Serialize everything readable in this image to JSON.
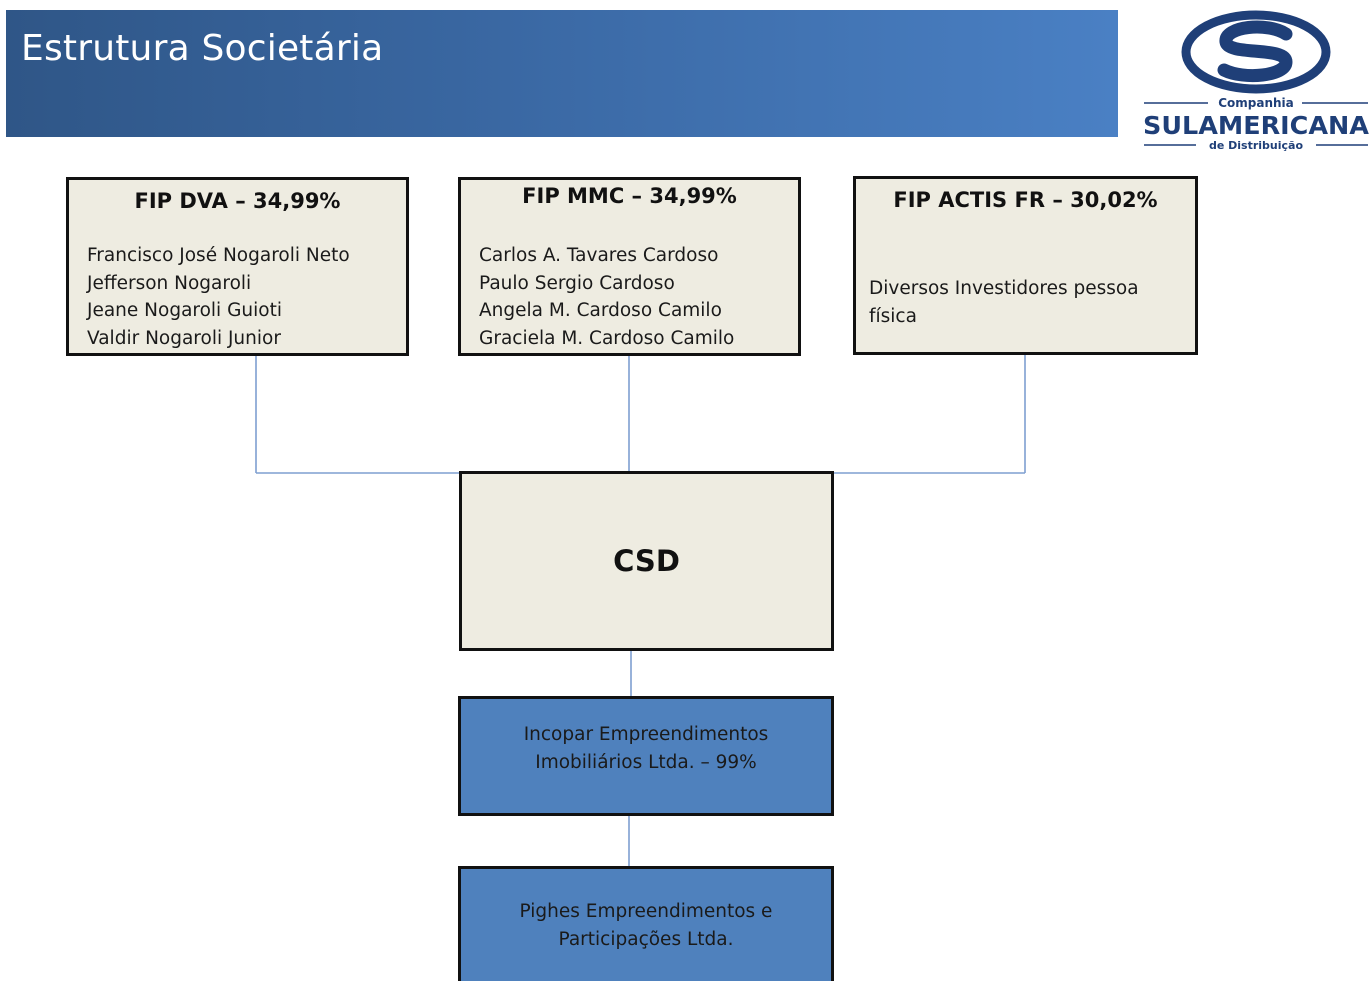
{
  "header": {
    "title": "Estrutura Societária"
  },
  "logo": {
    "line1": "Companhia",
    "line2": "SULAMERICANA",
    "line3": "de Distribuição"
  },
  "colors": {
    "header_start": "#2f5687",
    "header_end": "#4a80c4",
    "box_fill": "#eeece1",
    "subsidiary_fill": "#4f81bd",
    "connector": "#7f9fd0",
    "logo": "#1f3f78"
  },
  "shareholders": [
    {
      "title": "FIP DVA – 34,99%",
      "members": [
        "Francisco José Nogaroli Neto",
        "Jefferson Nogaroli",
        "Jeane Nogaroli Guioti",
        "Valdir Nogaroli Junior"
      ]
    },
    {
      "title": "FIP MMC – 34,99%",
      "members": [
        "Carlos A. Tavares Cardoso",
        "Paulo Sergio  Cardoso",
        "Angela  M. Cardoso  Camilo",
        "Graciela M. Cardoso Camilo"
      ]
    },
    {
      "title": "FIP ACTIS FR – 30,02%",
      "members": [
        "Diversos  Investidores pessoa",
        "física"
      ]
    }
  ],
  "company": {
    "name": "CSD"
  },
  "subsidiaries": [
    {
      "lines": [
        "Incopar  Empreendimentos",
        "Imobiliários  Ltda. – 99%"
      ]
    },
    {
      "lines": [
        "Pighes Empreendimentos  e",
        "Participações Ltda."
      ]
    }
  ]
}
